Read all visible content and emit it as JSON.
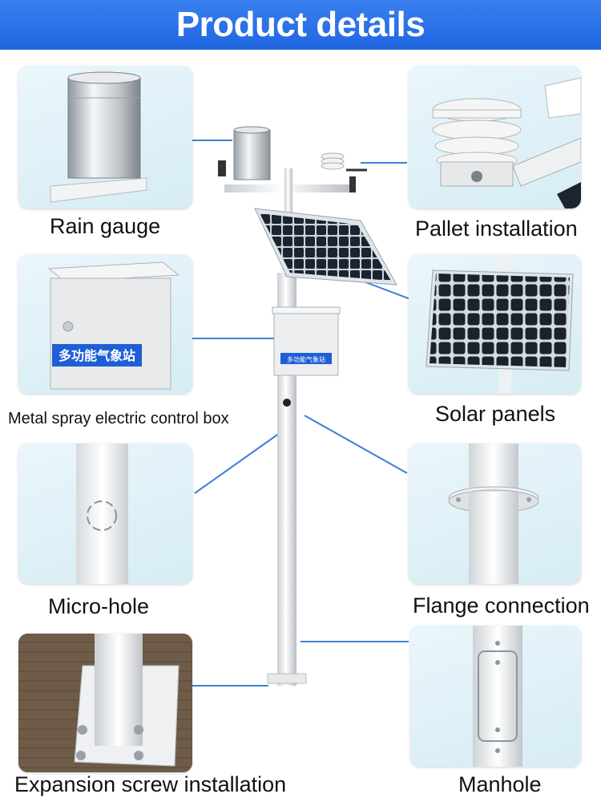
{
  "header": {
    "title": "Product details"
  },
  "features": [
    {
      "label": "Rain gauge"
    },
    {
      "label": "Pallet installation"
    },
    {
      "label": "Metal spray electric control box"
    },
    {
      "label": "Solar panels"
    },
    {
      "label": "Micro-hole"
    },
    {
      "label": "Flange connection"
    },
    {
      "label": "Expansion screw installation"
    },
    {
      "label": "Manhole"
    }
  ],
  "control_box": {
    "sign_text": "多功能气象站"
  },
  "colors": {
    "header_blue": "#2a72e8",
    "connector_blue": "#3d7fd8",
    "panel_bg": "#dcEEF6"
  }
}
